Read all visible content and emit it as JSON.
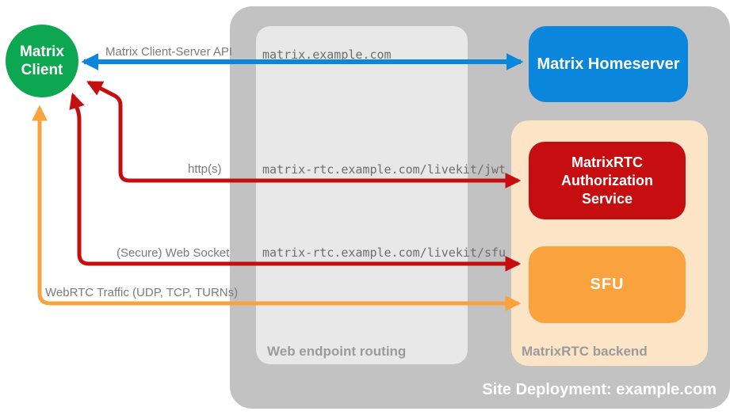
{
  "diagram": {
    "title": "Site Deployment: example.com",
    "containers": {
      "site_deployment": {
        "label": "Site Deployment: example.com"
      },
      "web_endpoint_routing": {
        "label": "Web endpoint routing"
      },
      "matrixrtc_backend": {
        "label": "MatrixRTC backend"
      }
    },
    "nodes": {
      "matrix_client": {
        "label": "Matrix Client",
        "color": "#0ca750"
      },
      "matrix_homeserver": {
        "label": "Matrix Homeserver",
        "color": "#0b86dd"
      },
      "auth_service": {
        "label": "MatrixRTC Authorization Service",
        "color": "#c60d10"
      },
      "sfu": {
        "label": "SFU",
        "color": "#faa23d"
      }
    },
    "arrows": [
      {
        "name": "matrix-client-server-api",
        "label": "Matrix Client-Server API",
        "endpoint": "matrix.example.com",
        "from": "Matrix Client",
        "to": "Matrix Homeserver",
        "bidirectional": true,
        "color": "#0b86dd"
      },
      {
        "name": "https",
        "label": "http(s)",
        "endpoint": "matrix-rtc.example.com/livekit/jwt",
        "from": "Matrix Client",
        "to": "MatrixRTC Authorization Service",
        "bidirectional": true,
        "color": "#c60d10"
      },
      {
        "name": "secure-web-socket",
        "label": "(Secure) Web Socket",
        "endpoint": "matrix-rtc.example.com/livekit/sfu",
        "from": "Matrix Client",
        "to": "SFU",
        "bidirectional": true,
        "color": "#c60d10"
      },
      {
        "name": "webrtc-traffic",
        "label": "WebRTC Traffic (UDP, TCP, TURNs)",
        "endpoint": "",
        "from": "Matrix Client",
        "to": "SFU",
        "bidirectional": true,
        "color": "#faa23d"
      }
    ],
    "palette": {
      "outer_container": "#c2c2c2",
      "routing_box": "#e8e8e8",
      "backend_box": "#fce4c6",
      "label_gray": "#7b7b7b",
      "endpoint_gray": "#6e6e6e",
      "section_gray": "#9b9b9b"
    }
  }
}
